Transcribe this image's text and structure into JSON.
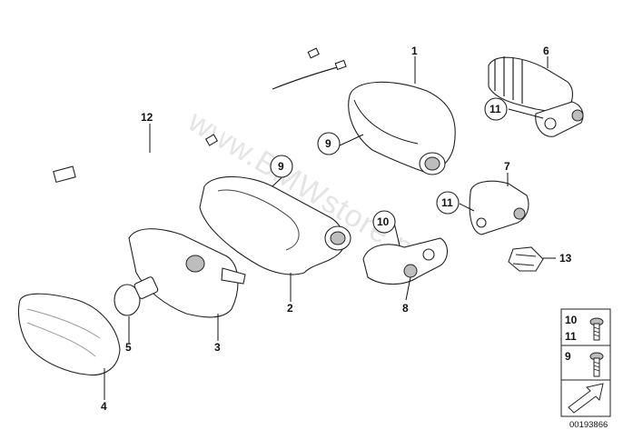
{
  "callouts": [
    {
      "id": "c1",
      "label": "1"
    },
    {
      "id": "c2",
      "label": "2"
    },
    {
      "id": "c3",
      "label": "3"
    },
    {
      "id": "c4",
      "label": "4"
    },
    {
      "id": "c5",
      "label": "5"
    },
    {
      "id": "c6",
      "label": "6"
    },
    {
      "id": "c7",
      "label": "7"
    },
    {
      "id": "c8",
      "label": "8"
    },
    {
      "id": "c9a",
      "label": "9"
    },
    {
      "id": "c9b",
      "label": "9"
    },
    {
      "id": "c10",
      "label": "10"
    },
    {
      "id": "c11a",
      "label": "11"
    },
    {
      "id": "c11b",
      "label": "11"
    },
    {
      "id": "c12",
      "label": "12"
    },
    {
      "id": "c13",
      "label": "13"
    }
  ],
  "legend": {
    "row1_a": "10",
    "row1_b": "11",
    "row2": "9"
  },
  "watermark": "www.BMWstore.pl",
  "reference": "00193866"
}
